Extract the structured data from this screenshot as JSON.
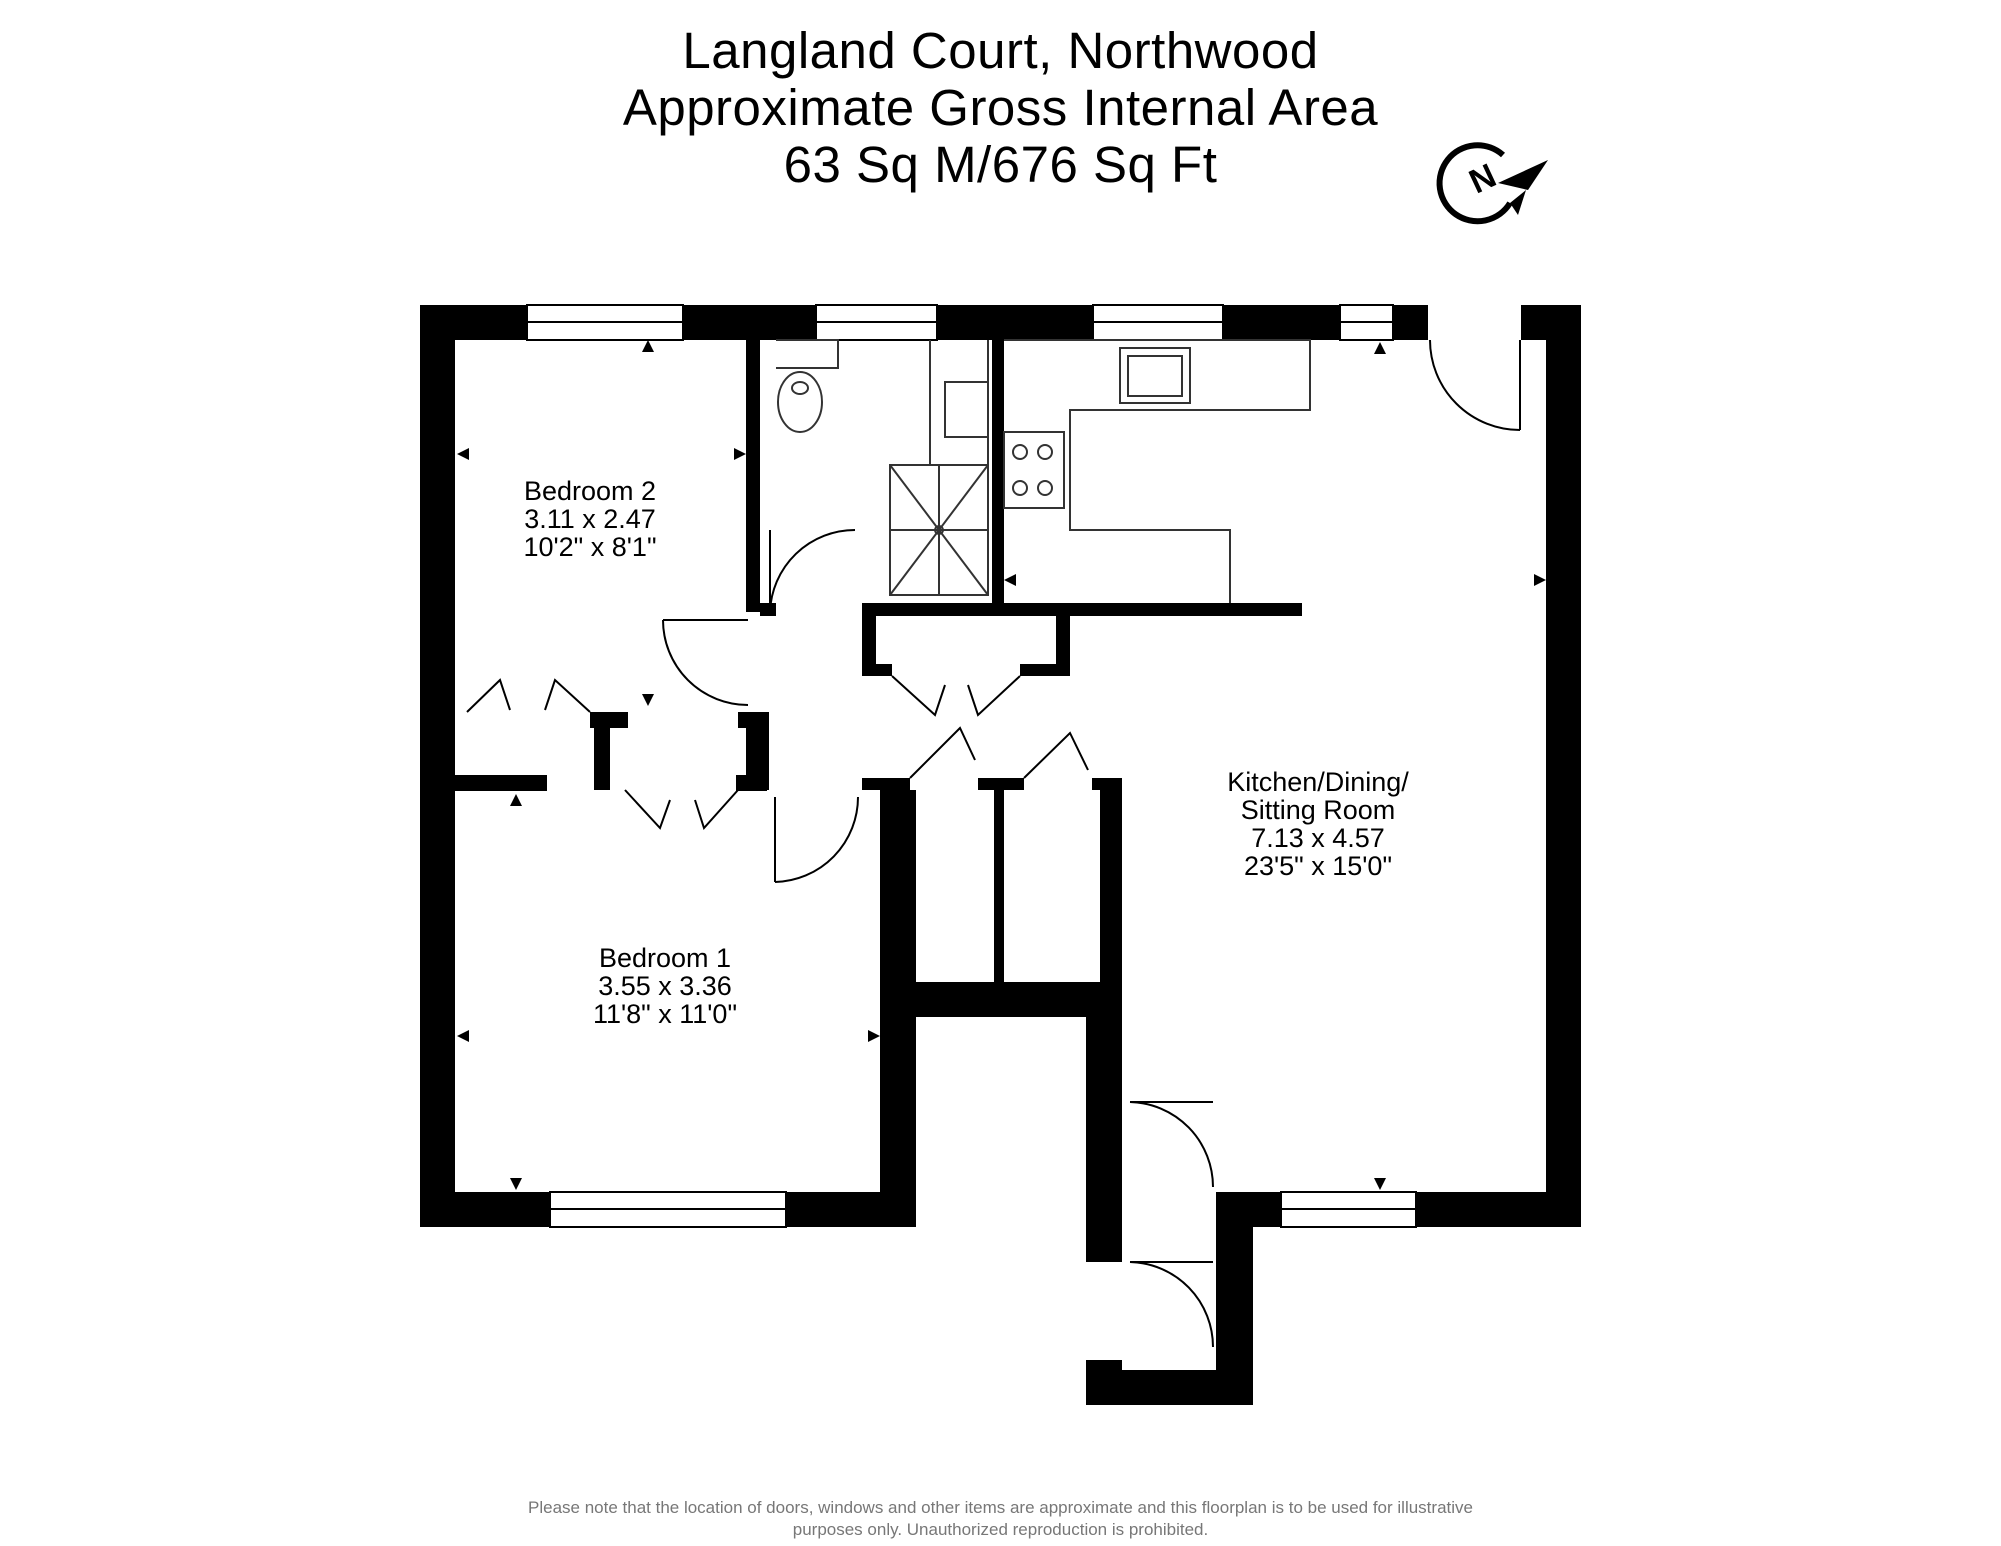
{
  "header": {
    "title": "Langland Court, Northwood",
    "subtitle": "Approximate Gross Internal Area",
    "area": "63 Sq M/676 Sq Ft"
  },
  "compass": {
    "letter": "N"
  },
  "rooms": [
    {
      "name": "Bedroom 2",
      "metric": "3.11 x 2.47",
      "imperial": "10'2\" x 8'1\""
    },
    {
      "name": "Bedroom 1",
      "metric": "3.55 x 3.36",
      "imperial": "11'8\" x 11'0\""
    },
    {
      "name_line1": "Kitchen/Dining/",
      "name_line2": "Sitting Room",
      "metric": "7.13 x 4.57",
      "imperial": "23'5\" x 15'0\""
    }
  ],
  "disclaimer": {
    "line1": "Please note that the location of doors, windows and other items are approximate and this floorplan is to be used for illustrative",
    "line2": "purposes only. Unauthorized reproduction is prohibited."
  },
  "colors": {
    "wall": "#000000",
    "fixture_line": "#333333",
    "disclaimer_text": "#777777"
  }
}
